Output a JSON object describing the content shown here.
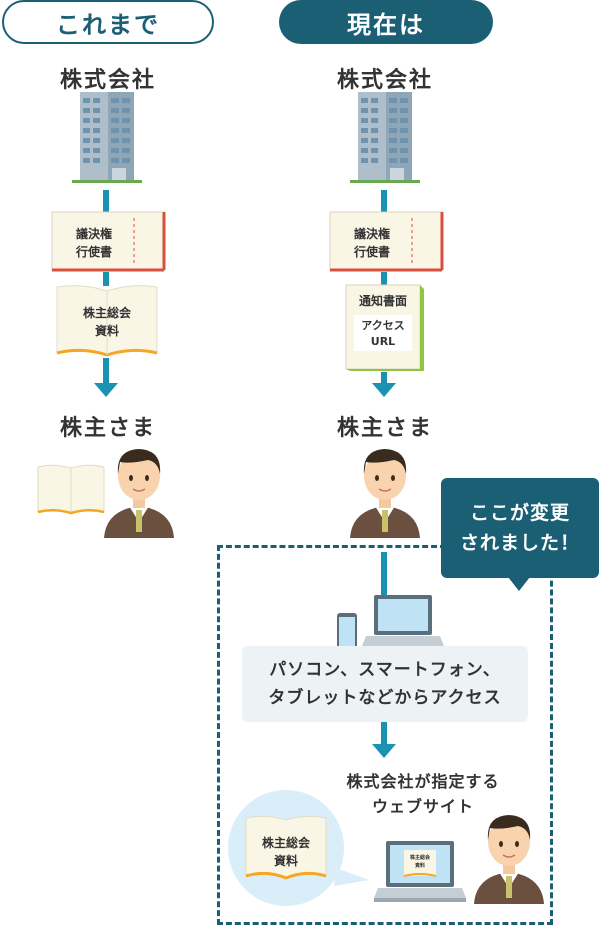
{
  "headers": {
    "before": "これまで",
    "now": "現在は"
  },
  "left": {
    "company": "株式会社",
    "proxy_form": [
      "議決権",
      "行使書"
    ],
    "materials": [
      "株主総会",
      "資料"
    ],
    "shareholder": "株主さま"
  },
  "right": {
    "company": "株式会社",
    "proxy_form": [
      "議決権",
      "行使書"
    ],
    "notice_title": "通知書面",
    "notice_access": [
      "アクセス",
      "URL"
    ],
    "shareholder": "株主さま"
  },
  "change": {
    "callout": [
      "ここが変更",
      "されました！"
    ],
    "access_text": [
      "パソコン、スマートフォン、",
      "タブレットなどからアクセス"
    ],
    "website_text": [
      "株式会社が指定する",
      "ウェブサイト"
    ],
    "materials": [
      "株主総会",
      "資料"
    ],
    "screen_materials": [
      "株主総会",
      "資料"
    ]
  },
  "colors": {
    "teal_dark": "#1b5f74",
    "teal_line": "#1a93b3",
    "doc_red": "#d94f3d",
    "book_orange": "#f5a623",
    "notice_green": "#8dc63f",
    "circle_blue": "#d9eef8"
  }
}
